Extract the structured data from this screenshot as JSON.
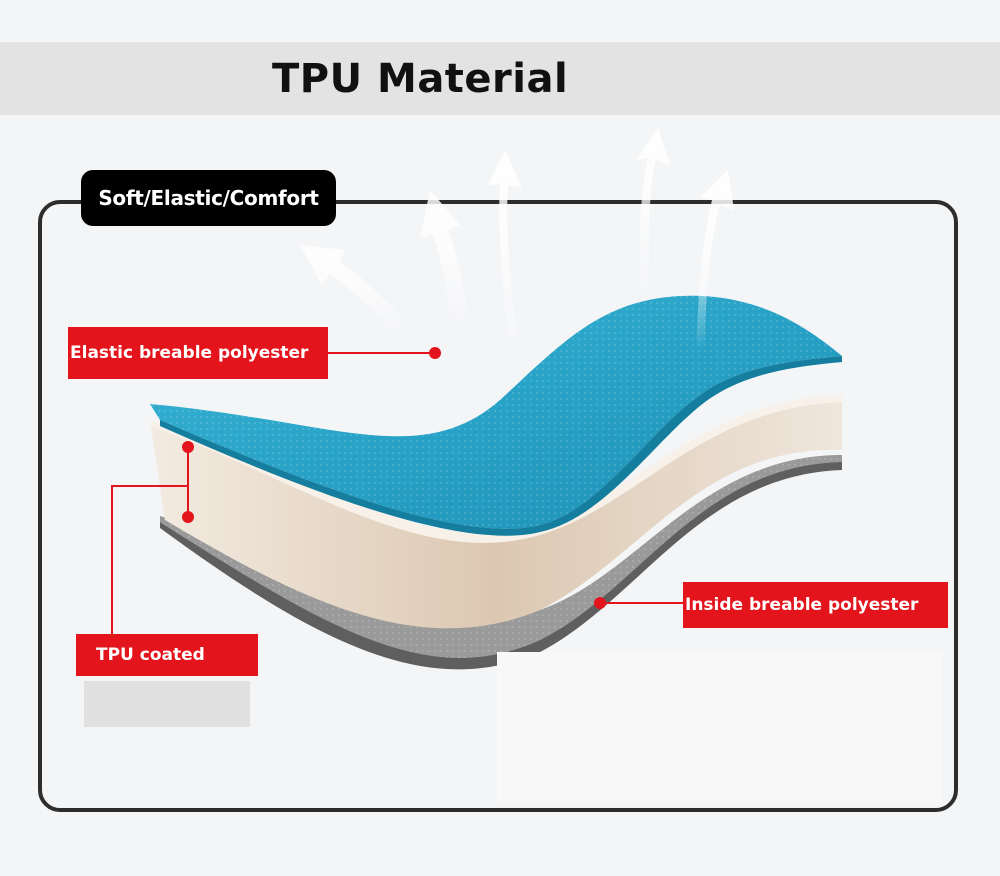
{
  "title": "TPU Material",
  "badge": "Soft/Elastic/Comfort",
  "labels": {
    "top_layer": "Elastic breable polyester",
    "middle_layer": "TPU coated",
    "bottom_layer": "Inside breable polyester"
  },
  "colors": {
    "top_layer": "#2aa6c8",
    "middle_layer": "#e2d2bf",
    "bottom_layer": "#8e8e8e",
    "label_red": "#e3141b",
    "badge_black": "#000000"
  }
}
